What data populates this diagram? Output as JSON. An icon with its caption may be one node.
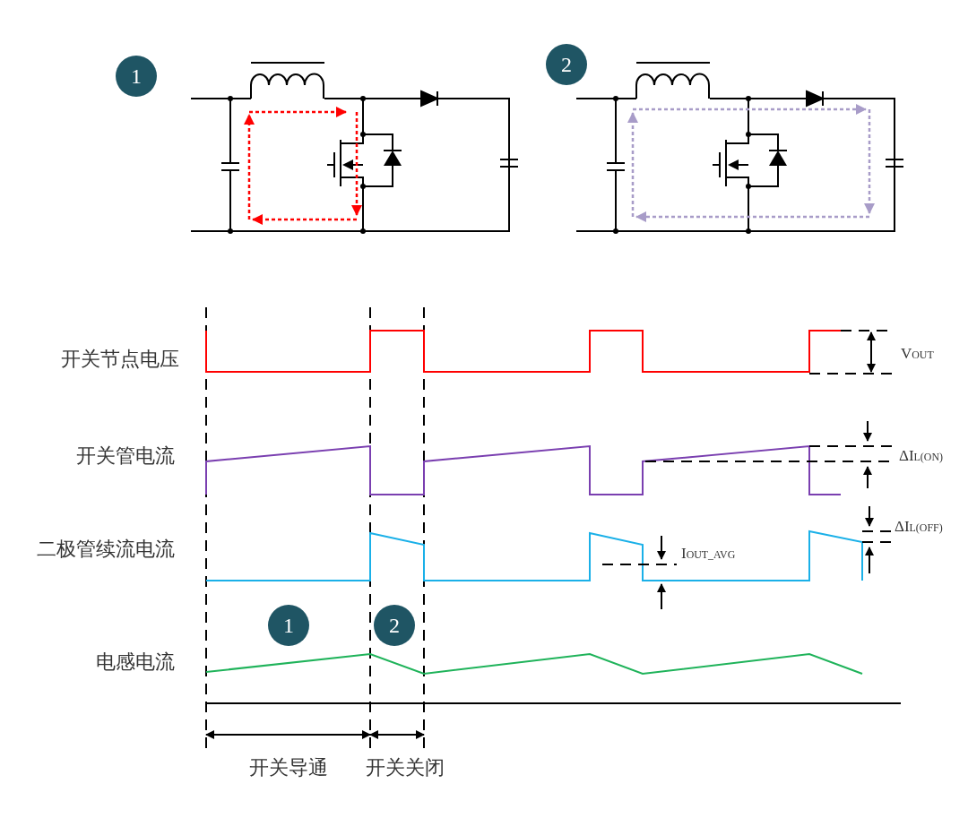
{
  "diagram": {
    "labels": [
      "1",
      "2",
      "开关节点电压",
      "V$_{OUT}$",
      "开关管电流",
      "ΔI$_{L(ON)}$",
      "二极管续流电流",
      "ΔI$_{L(OFF)}$",
      "I$_{OUT_AVG}$",
      "1",
      "2",
      "电感电流",
      "开关导通",
      "开关关闭"
    ]
  }
}
